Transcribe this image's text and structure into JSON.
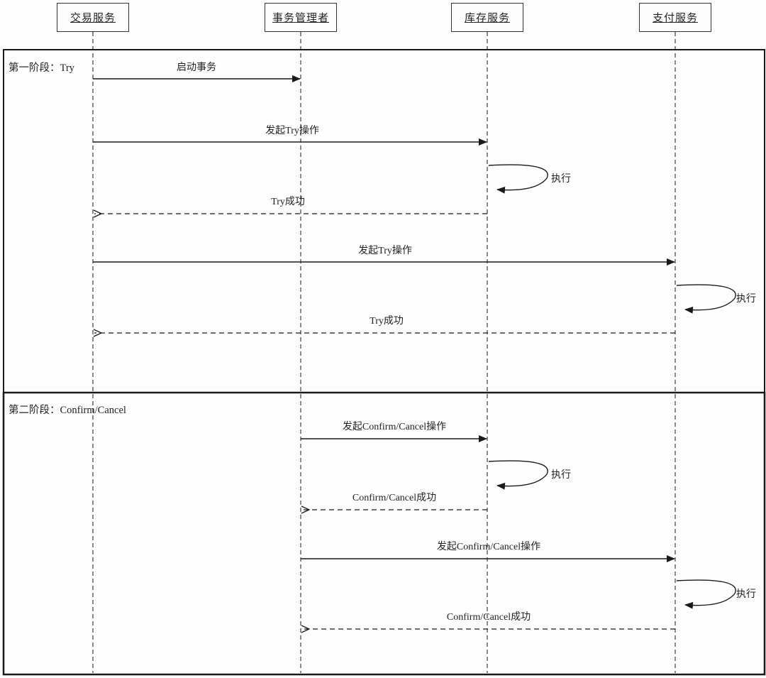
{
  "diagram_type": "uml-sequence-diagram",
  "topic": "TCC distributed transaction flow",
  "colors": {
    "line": "#1a1a1a",
    "background": "#fefefe",
    "text": "#222222"
  },
  "actors": [
    {
      "name": "交易服务"
    },
    {
      "name": "事务管理者"
    },
    {
      "name": "库存服务"
    },
    {
      "name": "支付服务"
    }
  ],
  "phases": [
    {
      "label": "第一阶段：Try"
    },
    {
      "label": "第二阶段：Confirm/Cancel"
    }
  ],
  "messages": [
    {
      "label": "启动事务",
      "from": "交易服务",
      "to": "事务管理者",
      "type": "solid-arrow"
    },
    {
      "label": "发起Try操作",
      "from": "交易服务",
      "to": "库存服务",
      "type": "solid-arrow"
    },
    {
      "label": "执行",
      "from": "库存服务",
      "to": "库存服务",
      "type": "self-loop"
    },
    {
      "label": "Try成功",
      "from": "库存服务",
      "to": "交易服务",
      "type": "dashed-return"
    },
    {
      "label": "发起Try操作",
      "from": "交易服务",
      "to": "支付服务",
      "type": "solid-arrow"
    },
    {
      "label": "执行",
      "from": "支付服务",
      "to": "支付服务",
      "type": "self-loop"
    },
    {
      "label": "Try成功",
      "from": "支付服务",
      "to": "交易服务",
      "type": "dashed-return"
    },
    {
      "label": "发起Confirm/Cancel操作",
      "from": "事务管理者",
      "to": "库存服务",
      "type": "solid-arrow"
    },
    {
      "label": "执行",
      "from": "库存服务",
      "to": "库存服务",
      "type": "self-loop"
    },
    {
      "label": "Confirm/Cancel成功",
      "from": "库存服务",
      "to": "事务管理者",
      "type": "dashed-return"
    },
    {
      "label": "发起Confirm/Cancel操作",
      "from": "事务管理者",
      "to": "支付服务",
      "type": "solid-arrow"
    },
    {
      "label": "执行",
      "from": "支付服务",
      "to": "支付服务",
      "type": "self-loop"
    },
    {
      "label": "Confirm/Cancel成功",
      "from": "支付服务",
      "to": "事务管理者",
      "type": "dashed-return"
    }
  ]
}
